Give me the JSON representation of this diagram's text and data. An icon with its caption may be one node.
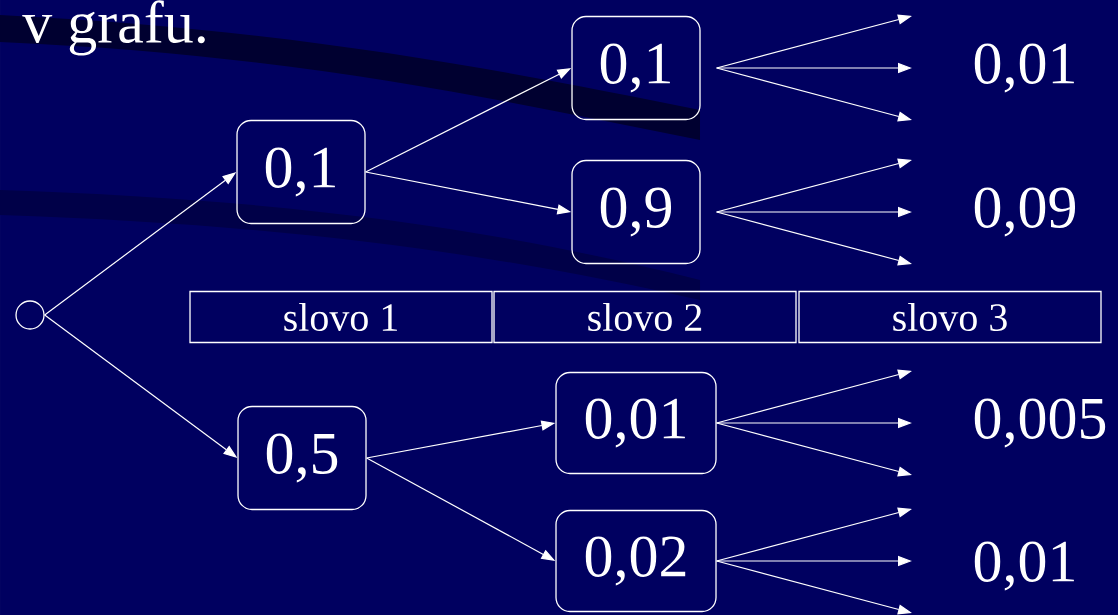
{
  "diagram": {
    "nodes": [
      {
        "text": [],
        "shape": "circle"
      },
      {
        "text": [
          "0,1"
        ]
      },
      {
        "text": [
          "0,5"
        ]
      },
      {
        "text": [
          "0,1"
        ]
      },
      {
        "text": [
          "0,9"
        ]
      },
      {
        "text": [
          "0,01"
        ]
      },
      {
        "text": [
          "0,02"
        ]
      },
      {
        "text": [
          "slovo 1"
        ]
      },
      {
        "text": [
          "slovo 2"
        ]
      },
      {
        "text": [
          "slovo 3"
        ]
      }
    ],
    "edges": [
      {
        "from": 0,
        "to": 1,
        "arrow": "to"
      },
      {
        "from": 0,
        "to": 2,
        "arrow": "to"
      },
      {
        "from": 1,
        "to": 3,
        "arrow": "to"
      },
      {
        "from": 1,
        "to": 4,
        "arrow": "to"
      },
      {
        "from": 2,
        "to": 5,
        "arrow": "to"
      },
      {
        "from": 2,
        "to": 6,
        "arrow": "to"
      },
      {
        "from": 3,
        "to": null,
        "arrow": "to"
      },
      {
        "from": 3,
        "to": null,
        "arrow": "to"
      },
      {
        "from": 3,
        "to": null,
        "arrow": "to"
      },
      {
        "from": 4,
        "to": null,
        "arrow": "to"
      },
      {
        "from": 4,
        "to": null,
        "arrow": "to"
      },
      {
        "from": 4,
        "to": null,
        "arrow": "to"
      },
      {
        "from": 5,
        "to": null,
        "arrow": "to"
      },
      {
        "from": 5,
        "to": null,
        "arrow": "to"
      },
      {
        "from": 5,
        "to": null,
        "arrow": "to"
      },
      {
        "from": 6,
        "to": null,
        "arrow": "to"
      },
      {
        "from": 6,
        "to": null,
        "arrow": "to"
      },
      {
        "from": 6,
        "to": null,
        "arrow": "to"
      }
    ],
    "labels": [
      "v grafu.",
      "0,01",
      "0,09",
      "0,005",
      "0,01"
    ]
  }
}
